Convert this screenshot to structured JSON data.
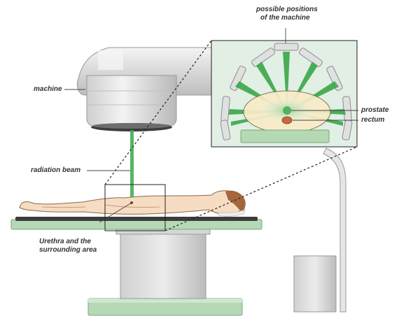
{
  "labels": {
    "possible_positions_line1": "possible positions",
    "possible_positions_line2": "of the machine",
    "machine": "machine",
    "radiation_beam": "radiation beam",
    "urethra_line1": "Urethra and the",
    "urethra_line2": "surrounding area",
    "prostate": "prostate",
    "rectum": "rectum"
  },
  "colors": {
    "beam_green": "#3aa84a",
    "inset_background": "#e2efe4",
    "table_green": "#b5d8b5",
    "machine_grey": "#d9d9d9",
    "body_skin": "#f6dcc3"
  }
}
